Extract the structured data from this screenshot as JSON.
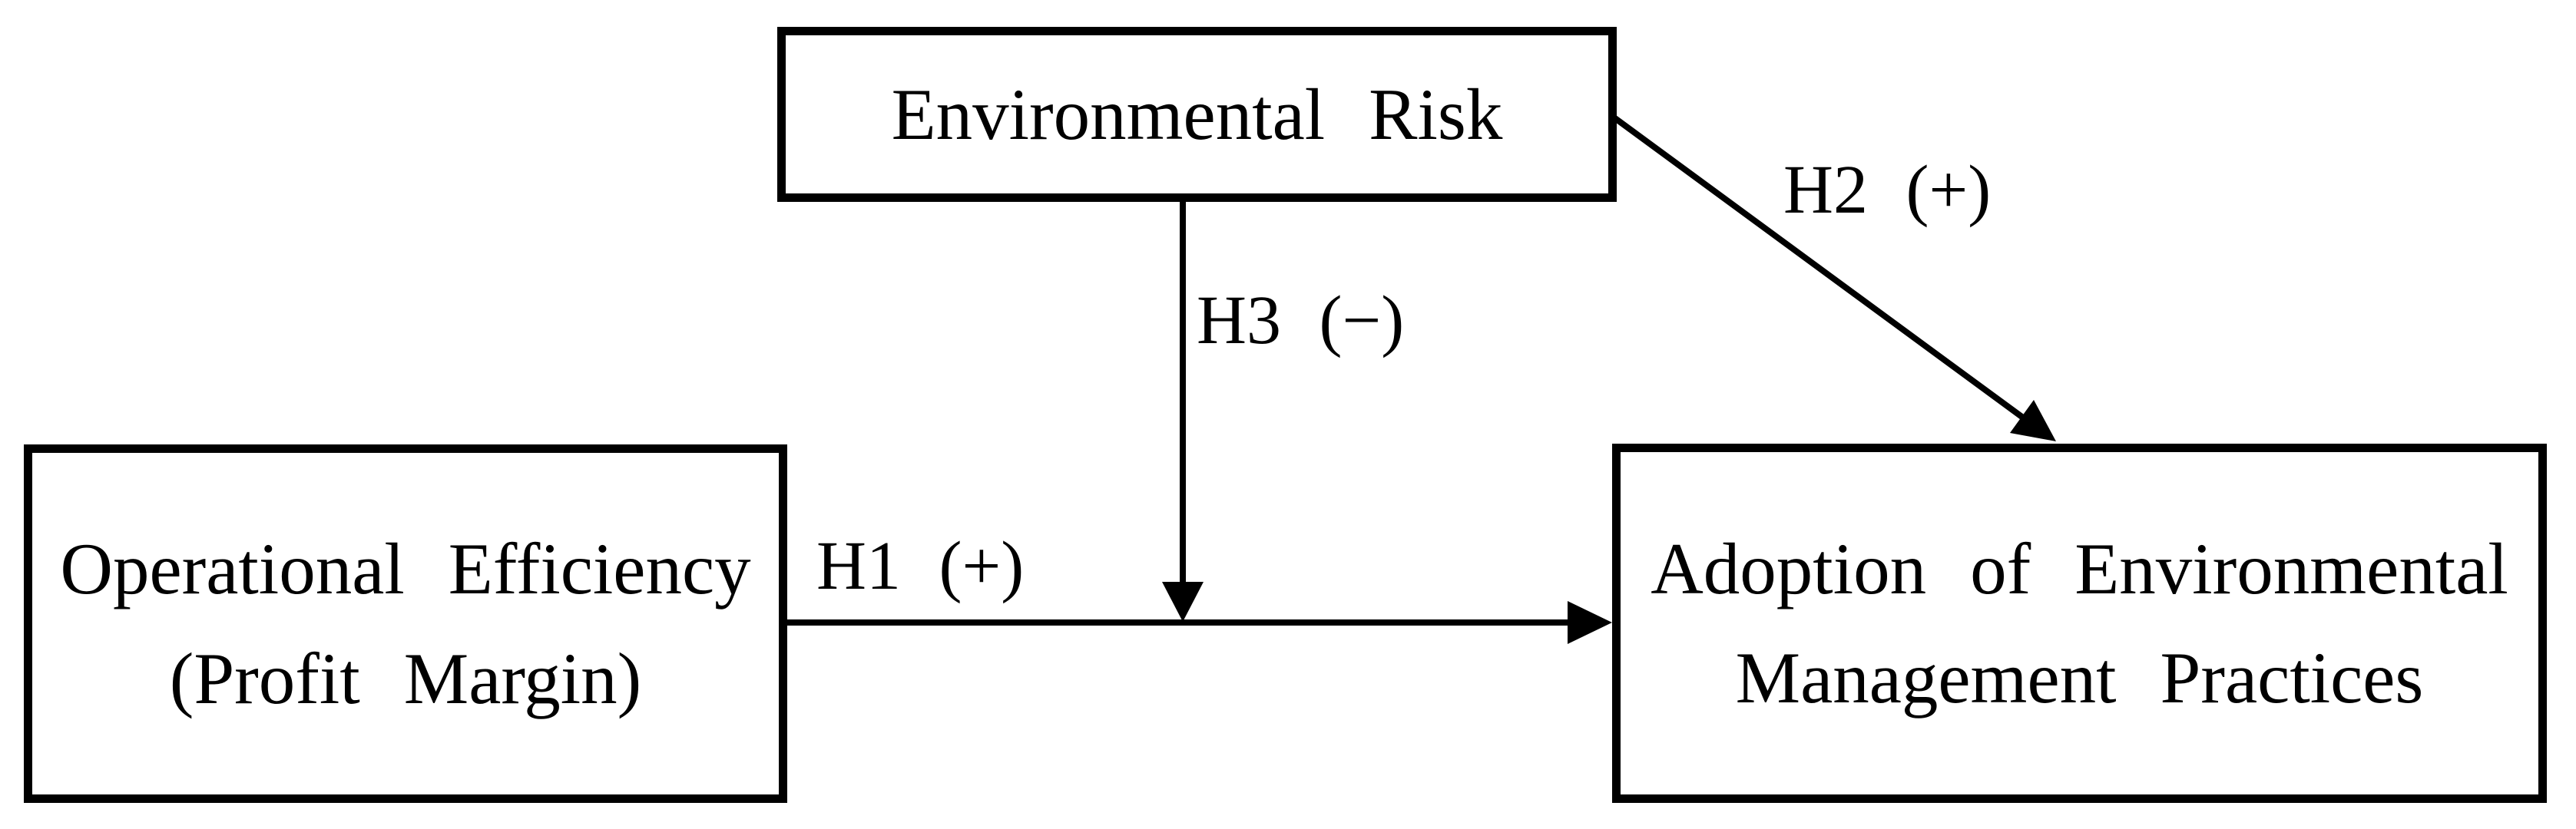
{
  "diagram": {
    "nodes": {
      "environmental_risk": {
        "label": "Environmental Risk"
      },
      "operational_efficiency": {
        "line1": "Operational Efficiency",
        "line2": "(Profit Margin)"
      },
      "adoption": {
        "line1": "Adoption of Environmental",
        "line2": "Management Practices"
      }
    },
    "edges": {
      "h1": {
        "label": "H1 (+)",
        "sign": "+",
        "from": "Operational Efficiency (Profit Margin)",
        "to": "Adoption of Environmental Management Practices"
      },
      "h2": {
        "label": "H2 (+)",
        "sign": "+",
        "from": "Environmental Risk",
        "to": "Adoption of Environmental Management Practices"
      },
      "h3": {
        "label": "H3 (−)",
        "sign": "−",
        "from": "Environmental Risk",
        "to": "H1 path (moderation)"
      }
    },
    "colors": {
      "ink": "#000000",
      "background": "#ffffff"
    }
  }
}
